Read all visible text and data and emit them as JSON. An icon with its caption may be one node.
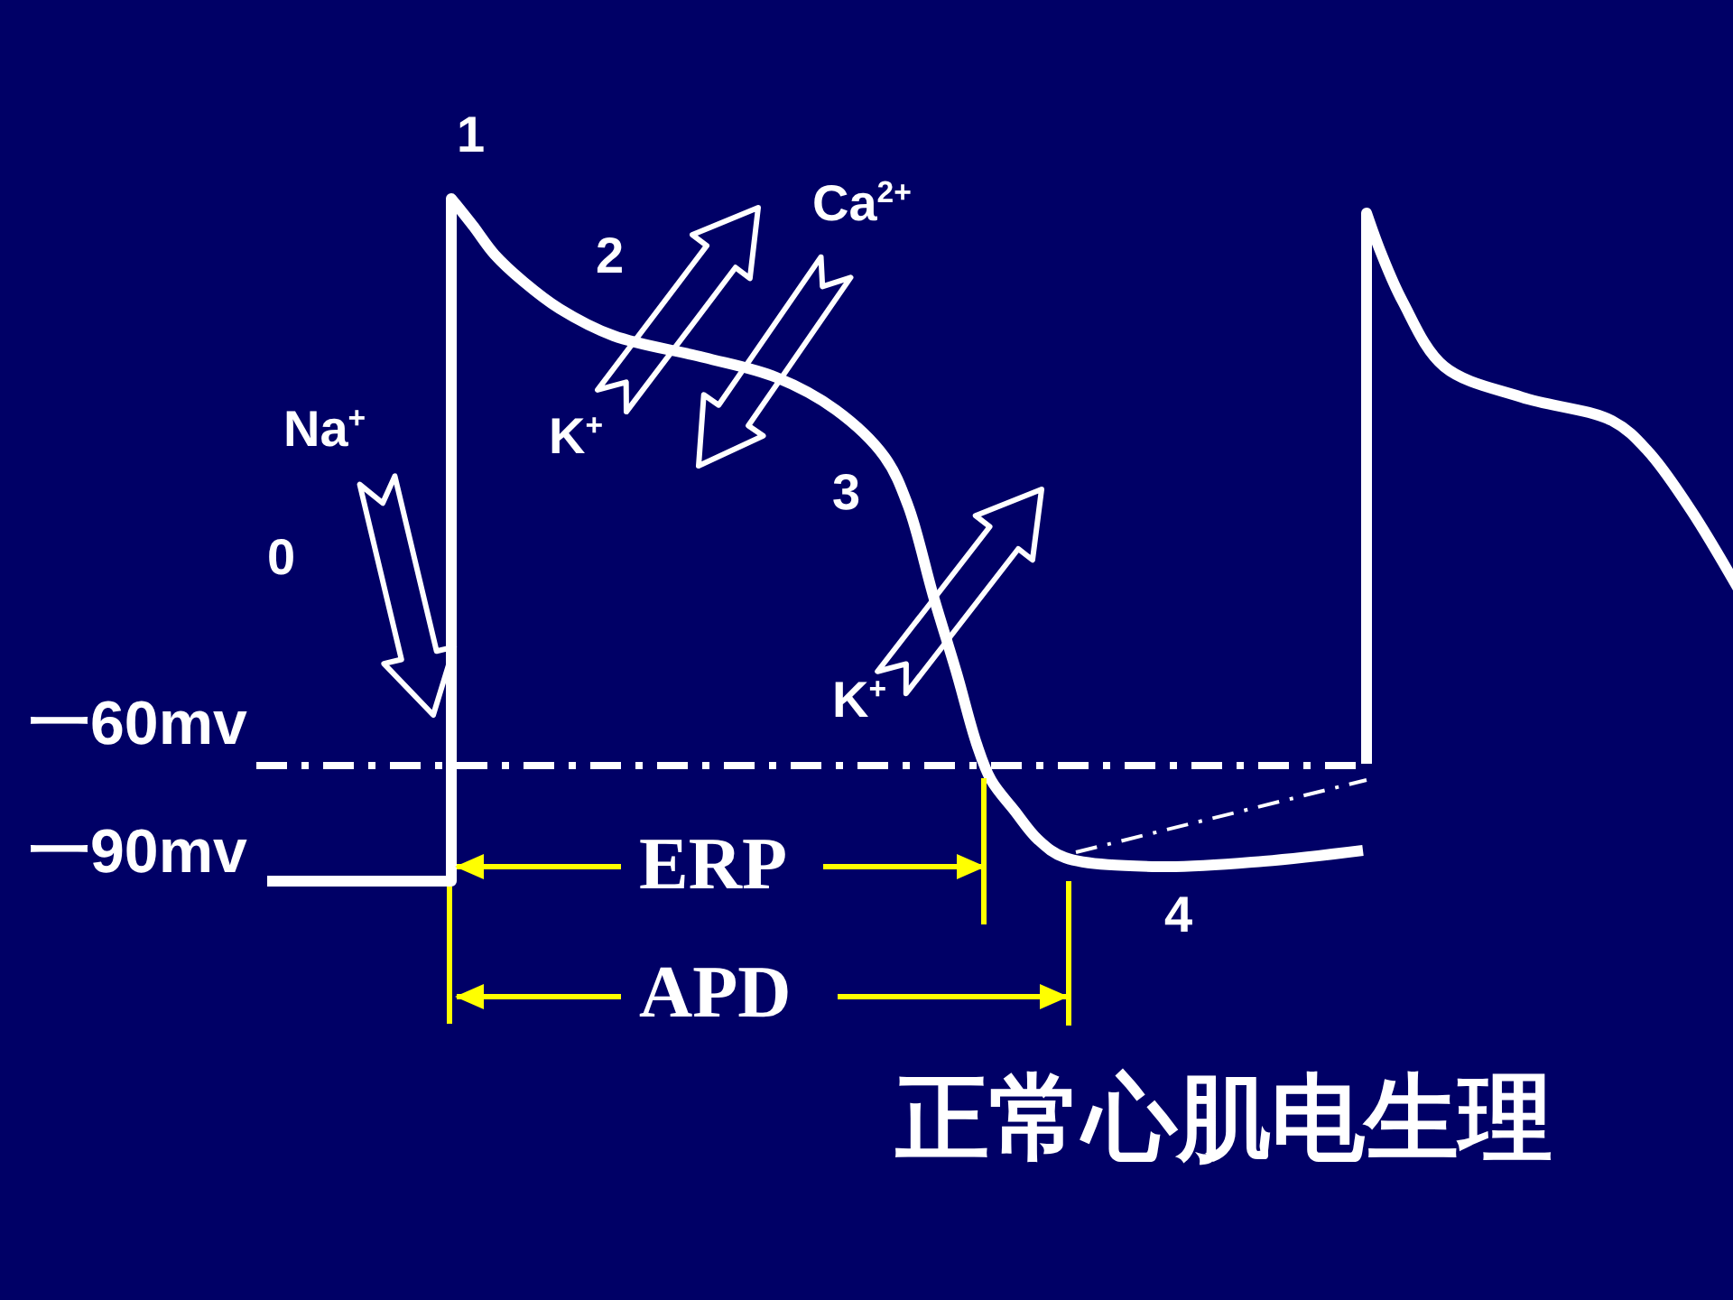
{
  "diagram": {
    "title": "正常心肌电生理",
    "labels": [
      "1",
      "Ca$^{2+}$",
      "2",
      "Na$^{+}$",
      "K$^{+}$",
      "3",
      "0",
      "K$^{+}$",
      "一60mv",
      "一90mv",
      "ERP",
      "4",
      "APD"
    ]
  }
}
